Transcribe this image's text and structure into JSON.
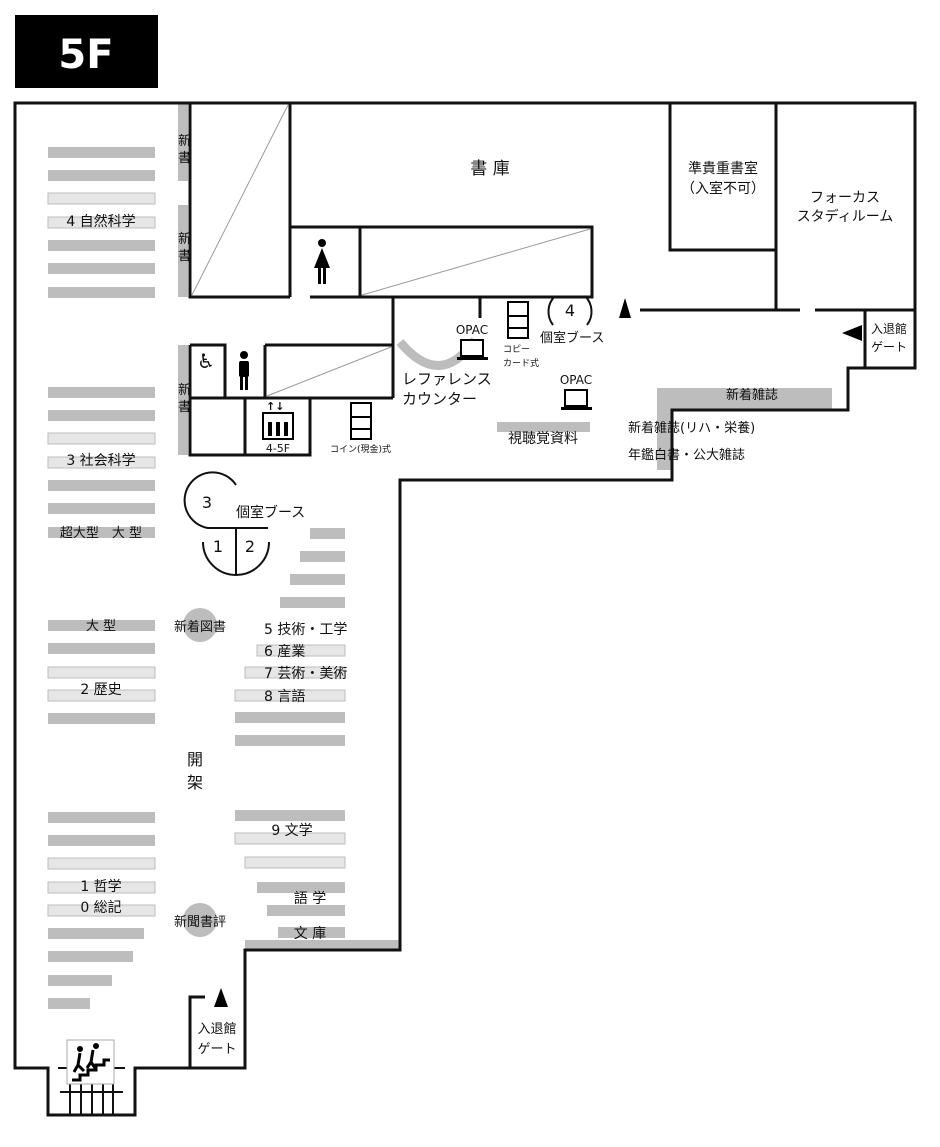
{
  "floor": {
    "title": "5F"
  },
  "rooms": {
    "stack": "書 庫",
    "rare_books_1": "準貴重書室",
    "rare_books_2": "（入室不可）",
    "focus_1": "フォーカス",
    "focus_2": "スタディルーム",
    "reference_1": "レファレンス",
    "reference_2": "カウンター",
    "open_stacks_1": "開",
    "open_stacks_2": "架"
  },
  "gates": {
    "right_1": "入退館",
    "right_2": "ゲート",
    "bottom_1": "入退館",
    "bottom_2": "ゲート"
  },
  "facilities": {
    "opac_1": "OPAC",
    "opac_2": "OPAC",
    "copier_card_1": "コピー",
    "copier_card_2": "カード式",
    "copier_coin": "コイン(現金)式",
    "elevator": "4-5F",
    "booth_4_num": "4",
    "booth_4_label": "個室ブース",
    "booth_3_num": "3",
    "booth_1_num": "1",
    "booth_2_num": "2",
    "booths_label": "個室ブース",
    "av_materials": "視聴覚資料"
  },
  "shelves": {
    "new_books_a": [
      "新",
      "書"
    ],
    "new_books_b": [
      "新",
      "書"
    ],
    "new_books_c": [
      "新",
      "書"
    ],
    "natural_science": "4 自然科学",
    "social_science": "3 社会科学",
    "oversize": "超大型　大 型",
    "large": "大 型",
    "history": "2 歴史",
    "philosophy": "1 哲学",
    "general": "0 総記",
    "new_arrivals": "新着図書",
    "newspaper_reviews": "新聞書評",
    "technology": "5 技術・工学",
    "industry": "6 産業",
    "arts": "7 芸術・美術",
    "language": "8 言語",
    "literature": "9 文学",
    "language_study": "語 学",
    "bunko": "文 庫",
    "new_magazines": "新着雑誌",
    "new_magazines_rehab": "新着雑誌(リハ・栄養)",
    "yearbooks": "年鑑白書・公大雑誌"
  },
  "colors": {
    "wall": "#111111",
    "shelf": "#bdbdbd",
    "shelf_light": "#e6e6e6",
    "title_bg": "#000000"
  }
}
